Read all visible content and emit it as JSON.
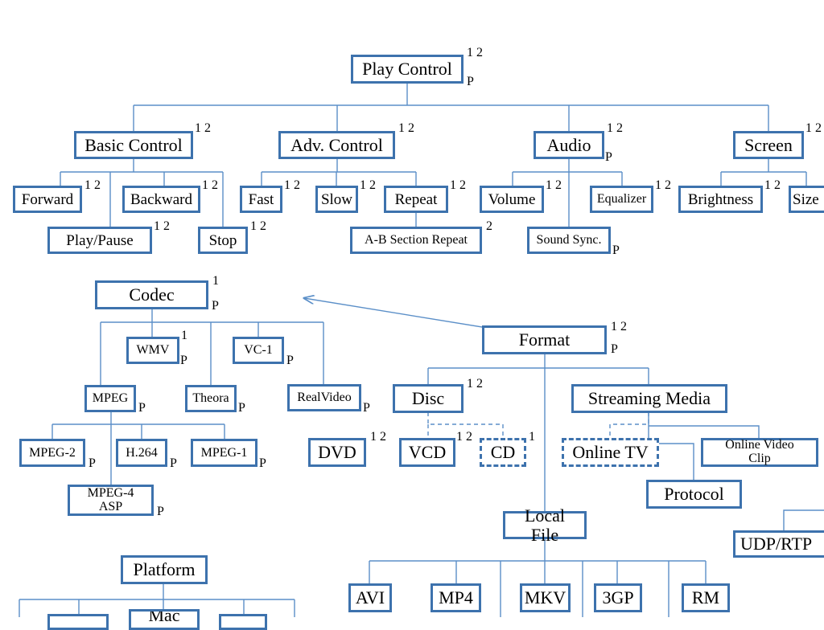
{
  "nodes": {
    "play_control": "Play Control",
    "basic_control": "Basic Control",
    "adv_control": "Adv. Control",
    "audio": "Audio",
    "screen": "Screen",
    "forward": "Forward",
    "backward": "Backward",
    "play_pause": "Play/Pause",
    "stop": "Stop",
    "fast": "Fast",
    "slow": "Slow",
    "repeat": "Repeat",
    "ab_section_repeat": "A-B Section Repeat",
    "volume": "Volume",
    "equalizer": "Equalizer",
    "sound_sync": "Sound Sync.",
    "brightness": "Brightness",
    "size": "Size",
    "codec": "Codec",
    "wmv": "WMV",
    "vc1": "VC-1",
    "mpeg": "MPEG",
    "theora": "Theora",
    "realvideo": "RealVideo",
    "mpeg2": "MPEG-2",
    "h264": "H.264",
    "mpeg1": "MPEG-1",
    "mpeg4_asp": "MPEG-4 ASP",
    "format": "Format",
    "disc": "Disc",
    "streaming_media": "Streaming Media",
    "dvd": "DVD",
    "vcd": "VCD",
    "cd": "CD",
    "online_tv": "Online TV",
    "online_video_clip": "Online Video Clip",
    "protocol": "Protocol",
    "local_file": "Local File",
    "udp_rtp": "UDP/RTP",
    "avi": "AVI",
    "mp4": "MP4",
    "mkv": "MKV",
    "3gp": "3GP",
    "rm": "RM",
    "platform": "Platform",
    "platform_child": "Mac"
  },
  "marks": {
    "m12": "1 2",
    "m1": "1",
    "m2": "2",
    "p": "P"
  },
  "colors": {
    "box_border": "#3d72ad",
    "line": "#5b8fc8"
  }
}
